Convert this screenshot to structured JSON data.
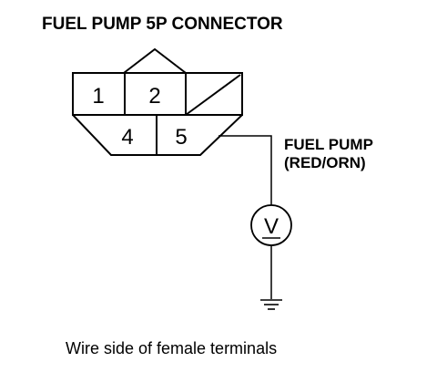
{
  "diagram": {
    "title": "FUEL PUMP 5P CONNECTOR",
    "connector": {
      "terminals": [
        {
          "number": "1"
        },
        {
          "number": "2"
        },
        {
          "number": "4"
        },
        {
          "number": "5"
        }
      ]
    },
    "component": {
      "name": "FUEL PUMP",
      "wire_color": "(RED/ORN)",
      "meter_symbol": "V",
      "ground_symbol": "ground-icon"
    },
    "caption": "Wire side of female terminals"
  }
}
